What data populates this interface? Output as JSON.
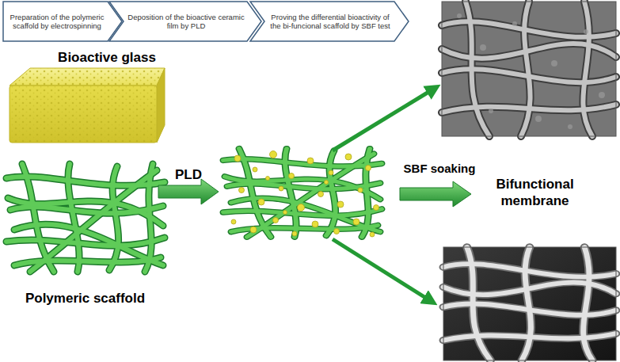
{
  "diagram": {
    "nodes": [
      {
        "text": [
          "Preparation of the polymeric scaffold by electrospinning"
        ]
      },
      {
        "text": [
          "Deposition of the bioactive ceramic film by PLD"
        ]
      },
      {
        "text": [
          "Proving the differential bioactivity of the bi-funcional scaffold by SBF test"
        ]
      }
    ],
    "labels": [
      "Bioactive glass",
      "Polymeric scaffold",
      "PLD",
      "SBF soaking",
      "Bifunctional membrane"
    ]
  }
}
